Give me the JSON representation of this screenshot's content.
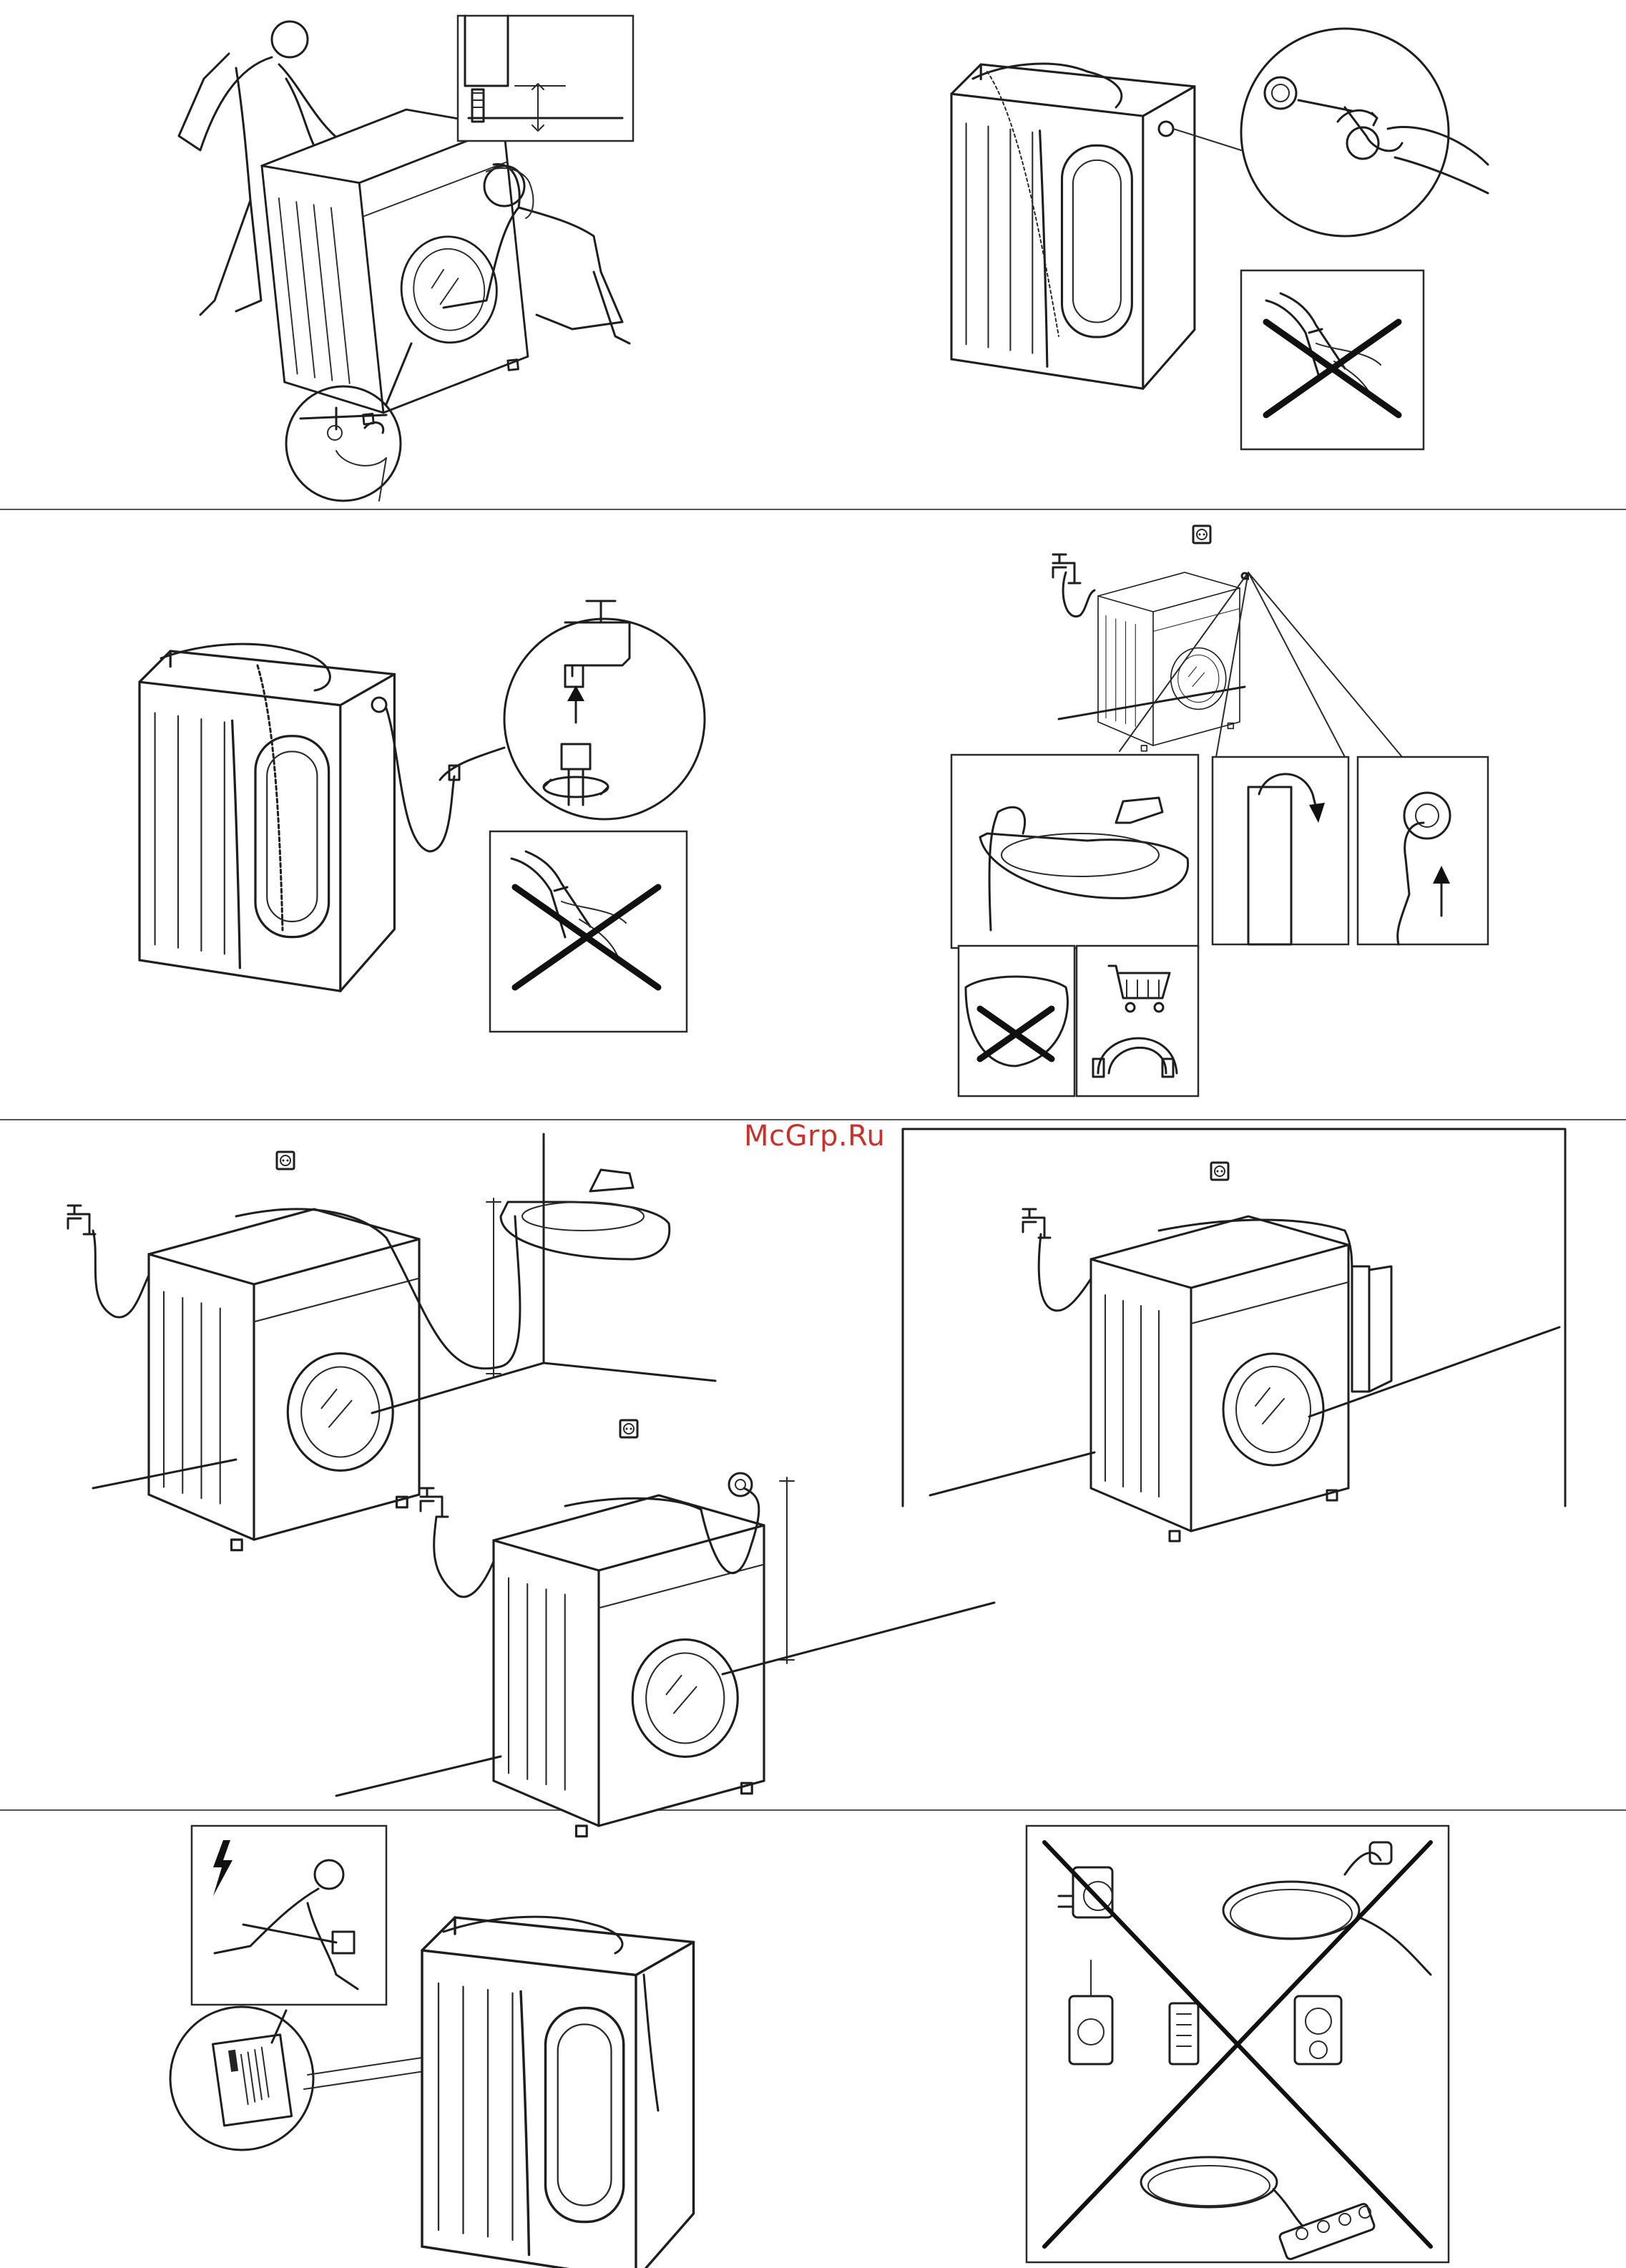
{
  "watermark": {
    "text": "McGrp.Ru",
    "color": "#c8322a"
  },
  "sections": [
    {
      "id": "leveling-and-inlet",
      "panels": [
        "lift-machine-adjust-feet",
        "foot-height-detail",
        "rotate-foot-closeup",
        "inlet-hose-back-connect",
        "no-pliers-warning"
      ]
    },
    {
      "id": "tap-connection-and-drain-options",
      "panels": [
        "inlet-hose-to-machine",
        "tap-thread-closeup",
        "no-pliers-warning-2",
        "drain-basin-option",
        "drain-standpipe-option",
        "drain-wall-outlet-option",
        "no-fixing-in-basin",
        "buy-hose-guide"
      ]
    },
    {
      "id": "drain-hose-heights",
      "panels": [
        "drain-to-basin-scene",
        "drain-to-standpipe-scene",
        "drain-to-wall-outlet-scene"
      ]
    },
    {
      "id": "electrical-connection",
      "panels": [
        "plug-in-with-rating-plate",
        "no-adapters-or-extensions"
      ]
    }
  ],
  "icons": {
    "electric_warning": "lightning-bolt-icon",
    "socket": "wall-socket-icon",
    "cart": "shopping-cart-icon",
    "tap": "water-tap-icon",
    "prohibited": "cross-out-icon"
  },
  "colors": {
    "line": "#1e1e1e",
    "background": "#ffffff",
    "divider": "#555555"
  }
}
